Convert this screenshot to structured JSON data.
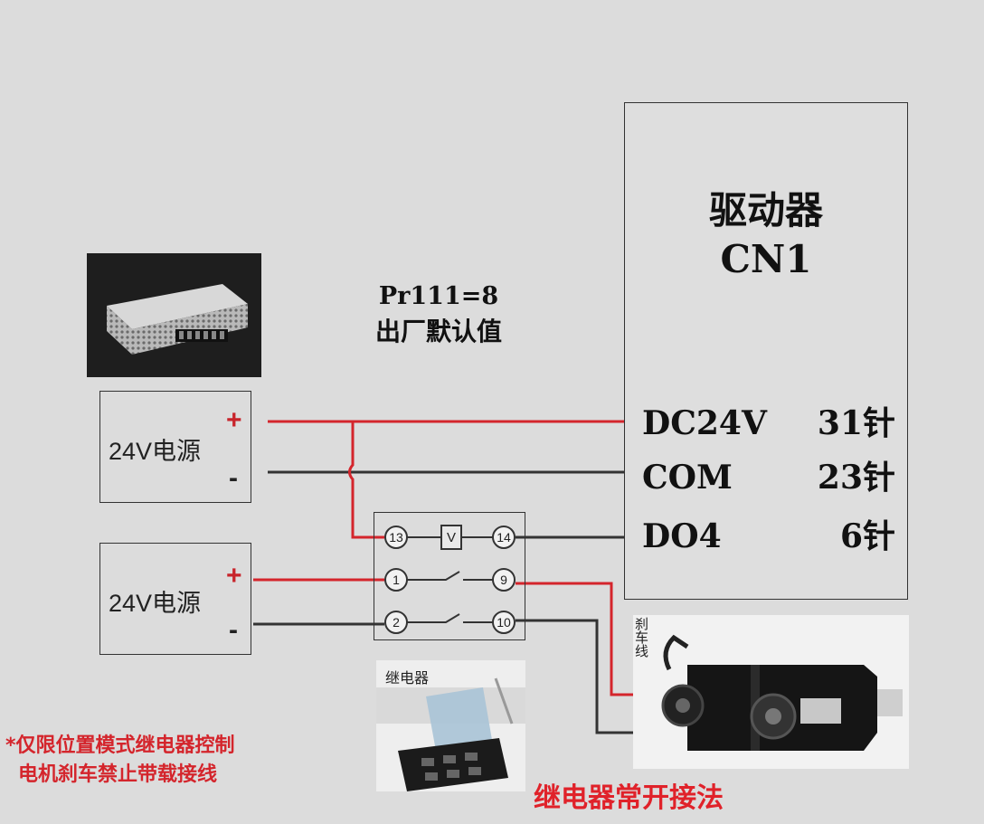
{
  "driver": {
    "title": "驱动器",
    "subtitle": "CN1",
    "pins": [
      {
        "signal": "DC24V",
        "pin": "31针"
      },
      {
        "signal": "COM",
        "pin": "23针"
      },
      {
        "signal": "DO4",
        "pin": "6针"
      }
    ]
  },
  "parameter": {
    "line1": "Pr111=8",
    "line2": "出厂默认值"
  },
  "power_supplies": [
    {
      "label": "24V电源",
      "plus": "+",
      "minus": "-"
    },
    {
      "label": "24V电源",
      "plus": "+",
      "minus": "-"
    }
  ],
  "relay": {
    "terminals": [
      "13",
      "14",
      "1",
      "9",
      "2",
      "10"
    ],
    "coil": "V",
    "photo_label": "继电器"
  },
  "motor": {
    "brake_label": "刹车线"
  },
  "note": {
    "line1": "*仅限位置模式继电器控制",
    "line2": "电机刹车禁止带载接线"
  },
  "caption": "继电器常开接法",
  "colors": {
    "red_wire": "#d4252c",
    "dark_wire": "#333333",
    "background": "#dcdcdc"
  }
}
